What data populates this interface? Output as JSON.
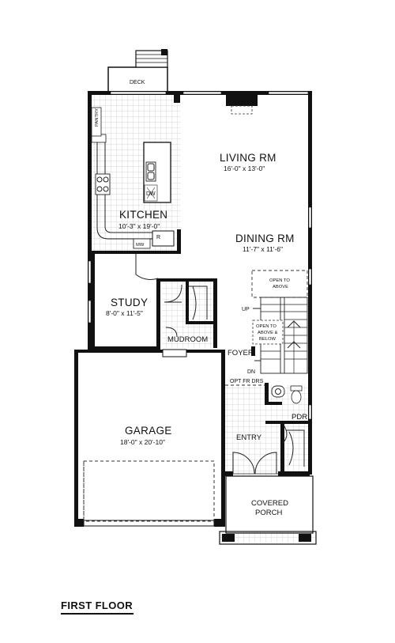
{
  "title": "FIRST FLOOR",
  "rooms": {
    "deck": {
      "name": "DECK"
    },
    "pantry": {
      "name": "PANTRY"
    },
    "kitchen": {
      "name": "KITCHEN",
      "dim": "10'-3\" x 19'-0\""
    },
    "living": {
      "name": "LIVING RM",
      "dim": "16'-0\" x 13'-0\""
    },
    "dining": {
      "name": "DINING RM",
      "dim": "11'-7\" x 11'-6\""
    },
    "study": {
      "name": "STUDY",
      "dim": "8'-0\" x 11'-5\""
    },
    "mudroom": {
      "name": "MUDROOM"
    },
    "foyer": {
      "name": "FOYER"
    },
    "garage": {
      "name": "GARAGE",
      "dim": "18'-0\" x 20'-10\""
    },
    "entry": {
      "name": "ENTRY"
    },
    "pdr": {
      "name": "PDR"
    },
    "porch": {
      "line1": "COVERED",
      "line2": "PORCH"
    }
  },
  "appliances": {
    "dw": "DW",
    "mw": "MW",
    "r": "R"
  },
  "notes": {
    "open_above_1": "OPEN TO",
    "open_above_2": "ABOVE",
    "open_ab_1": "OPEN TO",
    "open_ab_2": "ABOVE &",
    "open_ab_3": "BELOW",
    "up": "UP",
    "dn": "DN",
    "opt_fr_drs": "OPT FR DRS"
  }
}
